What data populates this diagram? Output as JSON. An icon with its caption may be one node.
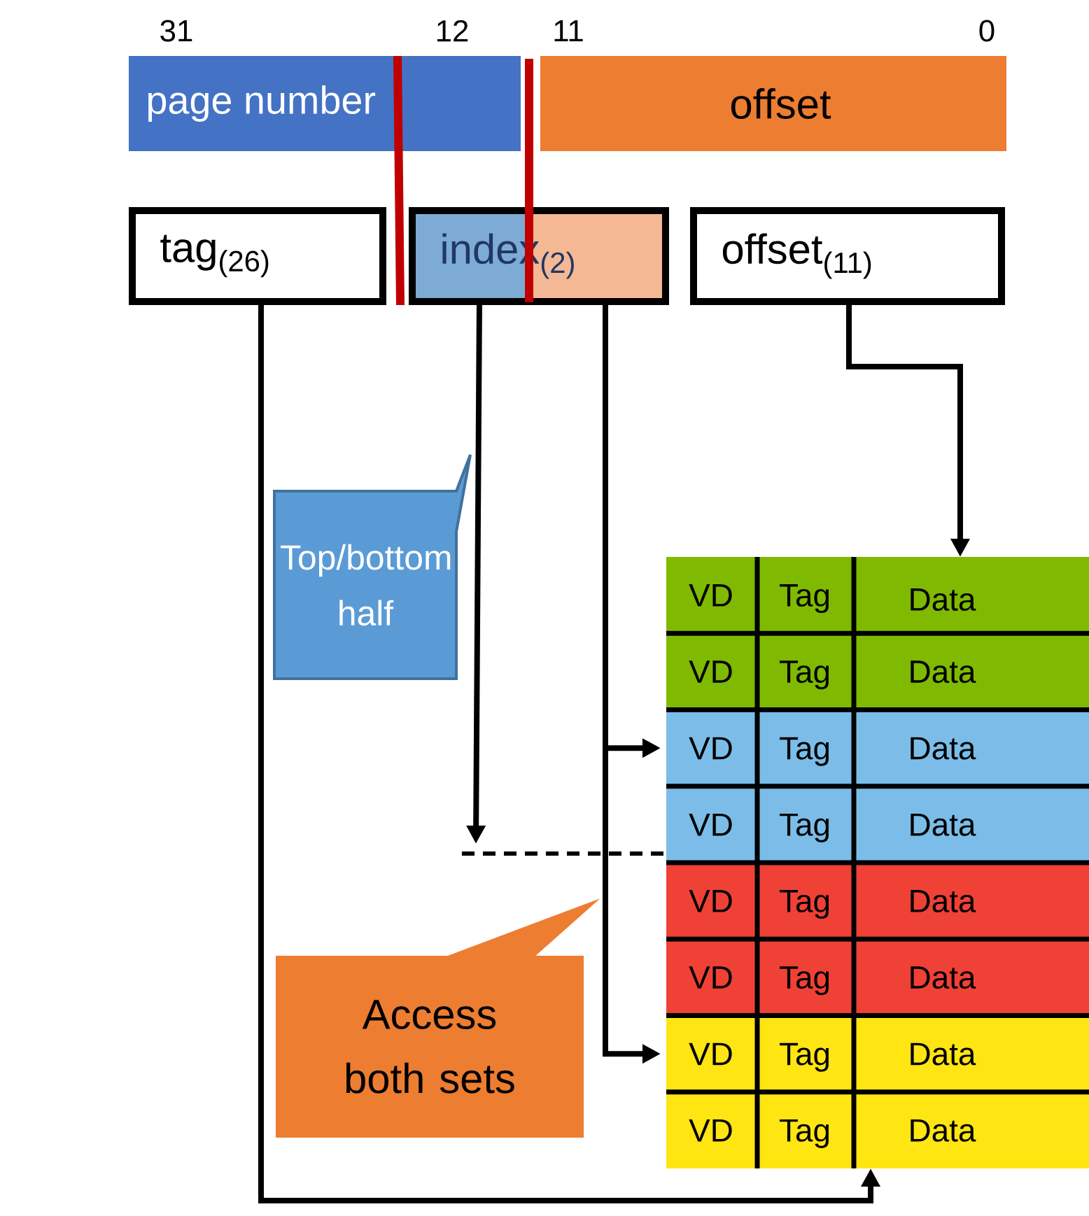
{
  "diagram": {
    "nodes": [
      {
        "text": [
          "page number"
        ]
      },
      {
        "text": [
          "offset"
        ]
      },
      {
        "text": [
          "tag$_{(26)}$"
        ]
      },
      {
        "text": [
          "index$_{(2)}$"
        ]
      },
      {
        "text": [
          "offset$_{(11)}$"
        ]
      },
      {
        "text": [
          "Top/bottom half"
        ]
      },
      {
        "text": [
          "Access both sets"
        ]
      },
      {
        "text": [
          "VD",
          "Tag",
          "Data"
        ]
      },
      {
        "text": [
          "VD",
          "Tag",
          "Data"
        ]
      },
      {
        "text": [
          "VD",
          "Tag",
          "Data"
        ]
      },
      {
        "text": [
          "VD",
          "Tag",
          "Data"
        ]
      },
      {
        "text": [
          "VD",
          "Tag",
          "Data"
        ]
      },
      {
        "text": [
          "VD",
          "Tag",
          "Data"
        ]
      },
      {
        "text": [
          "VD",
          "Tag",
          "Data"
        ]
      },
      {
        "text": [
          "VD",
          "Tag",
          "Data"
        ]
      }
    ],
    "edges": [
      {
        "from": 4,
        "to": 7,
        "arrow": "to"
      },
      {
        "from": 3,
        "to": null,
        "arrow": "to"
      },
      {
        "from": 3,
        "to": 9,
        "arrow": "to"
      },
      {
        "from": 3,
        "to": 13,
        "arrow": "to"
      },
      {
        "from": 2,
        "to": 14,
        "arrow": "to"
      }
    ],
    "labels": [
      "31",
      "12",
      "11",
      "0"
    ]
  }
}
